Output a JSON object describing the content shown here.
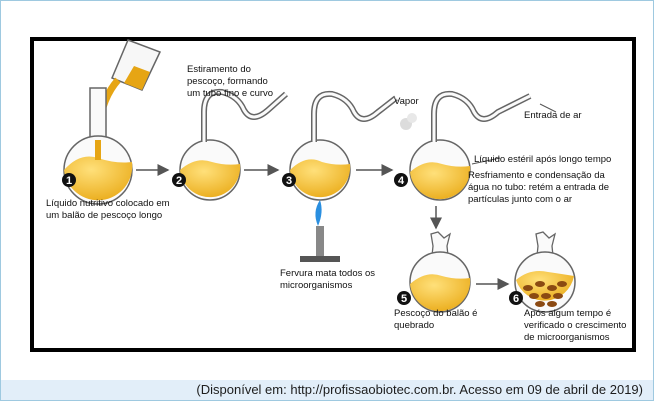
{
  "diagram": {
    "labels": {
      "neck_stretch": [
        "Estiramento do",
        "pescoço, formando",
        "um tubo fino e curvo"
      ],
      "vapor": "Vapor",
      "air_inlet": "Entrada de ar",
      "sterile_liquid": "Líquido estéril após longo tempo",
      "cooling": [
        "Resfriamento e condensação da",
        "água no tubo: retém a entrada de",
        "partículas junto com o ar"
      ],
      "nutrient_liquid": [
        "Líquido nutritivo colocado em",
        "um balão de pescoço longo"
      ],
      "boiling": [
        "Fervura mata todos os",
        "microorganismos"
      ],
      "neck_broken": [
        "Pescoço do balão é",
        "quebrado"
      ],
      "growth": [
        "Após algum tempo é",
        "verificado o crescimento",
        "de microorganismos"
      ]
    },
    "steps": [
      "1",
      "2",
      "3",
      "4",
      "5",
      "6"
    ]
  },
  "footer": {
    "source": "(Disponível em: http://profissaobiotec.com.br. Acesso em 09 de abril de 2019)"
  },
  "colors": {
    "liquid": "#f2c01e",
    "liquid_dark": "#c98a10",
    "glass": "#6a6a6a",
    "flame": "#2a8fe0",
    "microbes": "#8b4a12",
    "footer_bg": "#e2eef9",
    "frame_border": "#000000"
  }
}
